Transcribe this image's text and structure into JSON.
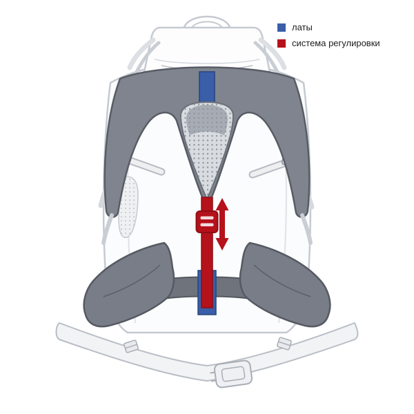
{
  "legend": {
    "items": [
      {
        "id": "stays",
        "label": "латы",
        "color": "#3a5ea8"
      },
      {
        "id": "adjustment",
        "label": "система регулировки",
        "color": "#b5121b"
      }
    ]
  },
  "colors": {
    "stays_blue": "#3a5ea8",
    "adjustment_red": "#b5121b",
    "harness_dark_gray": "#7f848e",
    "harness_outline": "#585c64",
    "body_outline": "#c5cad1",
    "body_fill": "#fbfcfd",
    "webbing_fill": "#f2f3f5",
    "mesh_fill": "#d8dbdf"
  },
  "icons": {
    "adjustment_arrow": "double-headed-vertical-arrow"
  }
}
